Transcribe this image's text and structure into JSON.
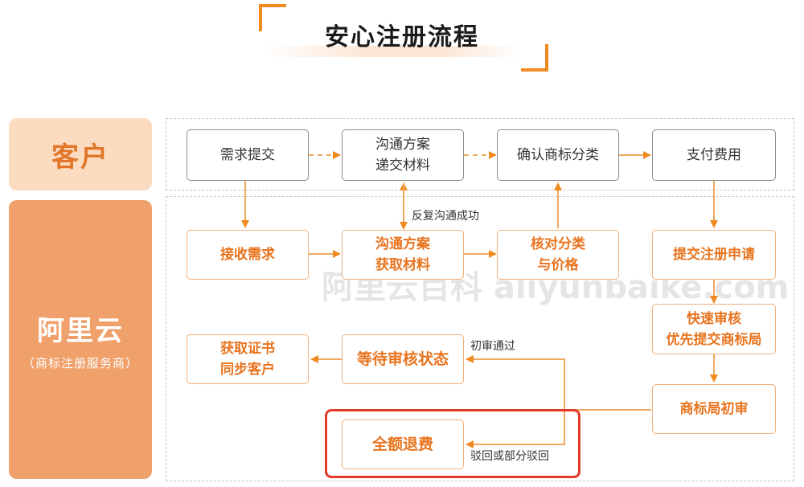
{
  "title": "安心注册流程",
  "lanes": {
    "customer": "客户",
    "aliyun": "阿里云",
    "aliyun_sub": "（商标注册服务商）"
  },
  "nodes": {
    "submit": "需求提交",
    "communicate_submit": [
      "沟通方案",
      "递交材料"
    ],
    "confirm_class": "确认商标分类",
    "pay": "支付费用",
    "receive": "接收需求",
    "communicate_get": [
      "沟通方案",
      "获取材料"
    ],
    "verify": [
      "核对分类",
      "与价格"
    ],
    "apply": "提交注册申请",
    "fast_review": [
      "快速审核",
      "优先提交商标局"
    ],
    "first_review": "商标局初审",
    "wait": "等待审核状态",
    "certificate": [
      "获取证书",
      "同步客户"
    ],
    "refund": "全额退费"
  },
  "labels": {
    "repeat": "反复沟通成功",
    "pass": "初审通过",
    "reject": "驳回或部分驳回"
  },
  "watermark": "阿里云百科 aliyunbaike.com",
  "colors": {
    "accent": "#f0891f",
    "orange_text": "#e8741f",
    "highlight": "#e33b2a"
  }
}
